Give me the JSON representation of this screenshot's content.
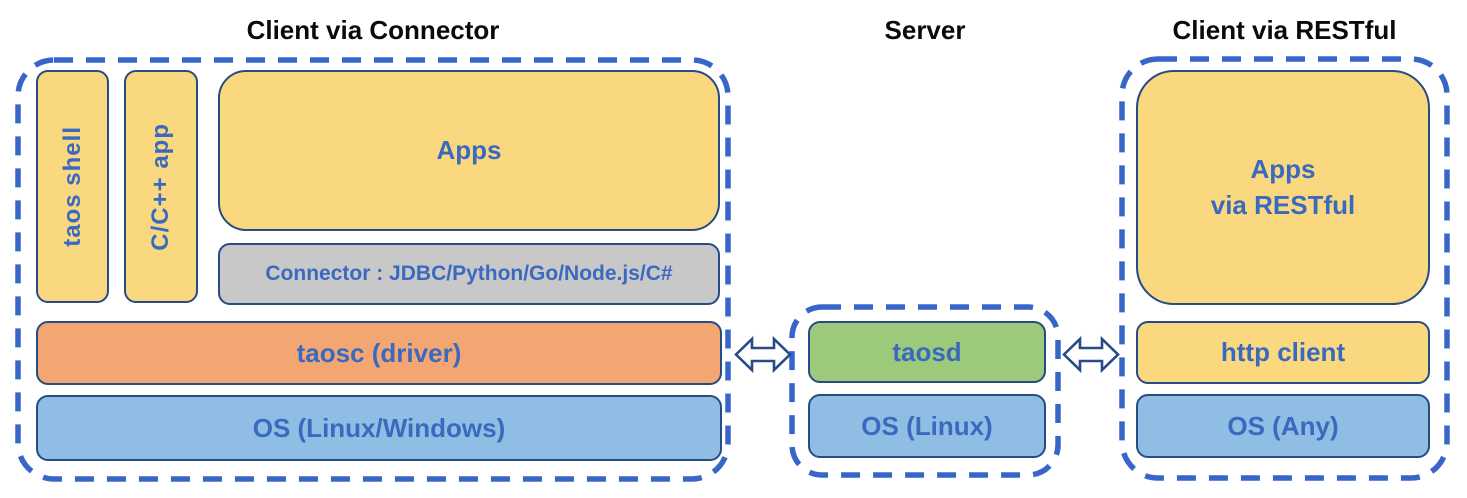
{
  "colors": {
    "yellow": "#FAD87F",
    "orange": "#F4A672",
    "blue": "#8FBDE4",
    "green": "#9CC97A",
    "gray": "#C8C8C8",
    "box-border": "#264B85",
    "dash-border": "#3766C8",
    "label-blue": "#3A6ABF",
    "title-black": "#0A0A0A"
  },
  "sections": {
    "connector_client": {
      "title": "Client via Connector",
      "boxes": {
        "taos_shell": "taos shell",
        "cpp_app": "C/C++ app",
        "apps": "Apps",
        "connector": "Connector : JDBC/Python/Go/Node.js/C#",
        "taosc": "taosc (driver)",
        "os": "OS (Linux/Windows)"
      }
    },
    "server": {
      "title": "Server",
      "boxes": {
        "taosd": "taosd",
        "os": "OS (Linux)"
      }
    },
    "restful_client": {
      "title": "Client via RESTful",
      "boxes": {
        "apps_line1": "Apps",
        "apps_line2": "via RESTful",
        "http_client": "http client",
        "os": "OS (Any)"
      }
    }
  }
}
